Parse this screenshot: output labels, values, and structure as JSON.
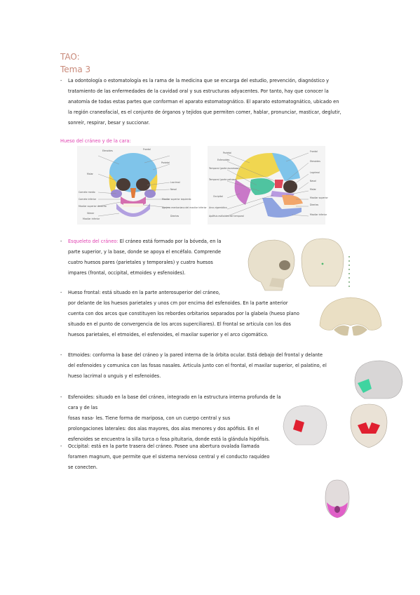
{
  "header": {
    "title": "TAO:",
    "subtitle": "Tema 3"
  },
  "intro": {
    "bullet": "-",
    "line1": "La odontología o estomatología es la rama de la medicina que se encarga del estudio, prevención, diagnóstico y",
    "line2": "tratamiento de las enfermedades de la cavidad oral y sus estructuras adyacentes. Por tanto, hay que conocer la",
    "line3": "anatomía de todas estas partes que conforman el aparato estomatognático. El aparato estomatognático, ubicado en",
    "line4": "la región craneofacial, es el conjunto de órganos y tejidos que permiten comer, hablar, pronunciar, masticar, deglutir,",
    "line5": "sonreír, respirar, besar y succionar."
  },
  "section": {
    "heading": "Hueso del cráneo y de la cara:"
  },
  "figure1": {
    "labels_left": [
      "Etmoides",
      "Malar",
      "Cornete medio",
      "Cornete inferior",
      "Maxilar superior derecho",
      "Vómer",
      "Maxilar inferior"
    ],
    "labels_right": [
      "Frontal",
      "Parietal",
      "Lacrimal",
      "Nasal",
      "Maxilar superior izquierdo",
      "Agujero mentoniano del maxilar inferior",
      "Dientes"
    ]
  },
  "figure2": {
    "labels_left": [
      "Parietal",
      "Esfenoides",
      "Temporal (parte escamosa)",
      "Temporal (parte petrosa)",
      "Occipital",
      "Arco zigomático",
      "Apófisis estiloides del temporal"
    ],
    "labels_right": [
      "Frontal",
      "Etmoides",
      "Lagrimal",
      "Nasal",
      "Malar",
      "Maxilar superior",
      "Dientes",
      "Maxilar inferior"
    ]
  },
  "bullets": [
    {
      "marker": "-",
      "term": "Esqueleto del cráneo:",
      "lines": [
        "El cráneo está formado por la bóveda, en la",
        "parte superior, y la base, donde se apoya el encéfalo. Comprende",
        "cuatro huesos pares (parietales y temporales) y cuatro huesos",
        "impares (frontal, occipital, etmoides y esfenoides)."
      ]
    },
    {
      "marker": "-",
      "term": "Hueso frontal:",
      "lines": [
        "está situado en la parte anterosuperior del cráneo,",
        "por delante de los huesos parietales y unos cm por encima del esfenoides. En la parte anterior",
        "cuenta con dos arcos que constituyen los rebordes orbitarios separados por la glabela (hueso plano",
        "situado en el punto de convergencia de los arcos superciliares). El frontal se articula con los dos",
        "huesos parietales, el etmoides, el esfenoides, el maxilar superior y el arco cigomático."
      ]
    },
    {
      "marker": "-",
      "term": "Etmoides:",
      "lines": [
        "conforma la base del cráneo y la pared interna de la órbita ocular. Está debajo del frontal y delante",
        "del esfenoides y comunica con las fosas nasales. Articula junto con el frontal, el maxilar superior, el palatino, el",
        "hueso lacrimal o unguis y el esfenoides."
      ]
    },
    {
      "marker": "-",
      "term": "Esfenoides:",
      "lines": [
        "situado en la base del cráneo, integrado en la estructura interna profunda de la cara y de las",
        "fosas nasa- les. Tiene forma de mariposa, con un cuerpo central y sus",
        "prolongaciones laterales: dos alas mayores, dos alas menores y dos apófisis. En el",
        "esfenoides se encuentra la silla turca o fosa pituitaria, donde está la glándula hipófisis."
      ]
    },
    {
      "marker": "-",
      "term": "Occipital:",
      "lines": [
        "está en la parte trasera del cráneo. Posee una abertura ovalada llamada",
        "foramen magnum, que permite que el sistema nervioso central y el conducto raquídeo",
        "se conecten."
      ]
    }
  ]
}
